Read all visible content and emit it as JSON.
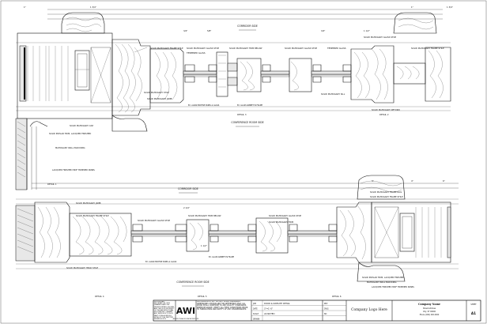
{
  "drawing": {
    "labels": {
      "corridor_top": "CORRIDOR SIDE",
      "corridor_mid": "CORRIDOR SIDE",
      "conference_mid": "CONFERENCE ROOM SIDE",
      "conference_bot": "CONFERENCE ROOM SIDE"
    },
    "details": {
      "d1": "DETAIL 1",
      "d2": "DETAIL 2",
      "d3": "DETAIL 3",
      "d4": "DETAIL 4",
      "d5": "DETAIL 5",
      "d6": "DETAIL 6"
    },
    "callouts": {
      "solid_mahog_frame_stile": "SOLID MAHOGANY FRAME STILE",
      "solid_mahog_jamb": "SOLID MAHOGANY JAMB",
      "solid_mahog_glass_stop": "SOLID MAHOGANY GLASS STOP",
      "tempered_glass": "TEMPERED GLASS",
      "solid_mahog_trim": "SOLID MAHOGANY TRIM",
      "solid_mahog_trim_below": "SOLID MAHOGANY TRIM BELOW",
      "solid_mahog_stile": "SOLID MAHOGANY STILE",
      "solid_mahog_return": "SOLID MAHOGANY RETURN",
      "wall_blocking": "MAHOGANY WALL BLOCKING",
      "solid_poplar_trim": "SOLID POPLAR TRIM, LACQUER FINISHED",
      "lacquer_finished_mdf": "LACQUER FINISHED MDF TRIMMED PANEL",
      "ex_align_mortise": "EX. ALIGN MORTISE PANEL & GLASS",
      "solid_mahog_frame_rail": "SOLID MAHOGANY FRAME RAIL",
      "solid_mahog_head_stile": "SOLID MAHOGANY HEAD STILE",
      "ex_glass_rabbet": "EX. GLASS RABBET IN FRAME",
      "solid_mahog_sill": "SOLID MAHOGANY SILL",
      "solid_mahog_cap": "SOLID MAHOGANY CAP"
    },
    "dimensions": {
      "d_1": "1\"",
      "d_1_3_4": "1 3/4\"",
      "d_3_4": "3/4\"",
      "d_5_8": "5/8\"",
      "d_1_1_2": "1 1/2\"",
      "d_2_1_4": "2 1/4\"",
      "d_3": "3\"",
      "d_4": "4\"",
      "d_6": "6\"",
      "d_1_2": "1/2\"",
      "d_2": "2\""
    }
  },
  "title_block": {
    "company_note": "PROPRIETARY INFORMATION: THIS DRAWING AND THE DESIGN DETAILS SHOWN ARE THE SOLE PROPERTY OF THE ARCHITECTURAL WOODWORK COMPANY. ANY REPRODUCTION IN PART OR AS A WHOLE WITHOUT THE WRITTEN PERMISSION IS PROHIBITED.",
    "logo_text": "AWI",
    "logo_sub": "ARCHITECTURAL WOODWORK INSTITUTE",
    "notice": "AWI APPROVED 1ST. DO NOT SCALE DRAWINGS. DIMENSIONS SHOWN ARE FOR REFERENCE ONLY. ALL WORK SHALL CONFORM TO AWI QUALITY STANDARDS, PREMIUM GRADE. VERIFY ALL FIELD CONDITIONS PRIOR TO FABRICATION AND NOTIFY OF ANY DISCREPANCIES.",
    "rows": [
      {
        "k": "JOB",
        "v": "DOOR & SIDELITE DETAIL"
      },
      {
        "k": "DATE",
        "v": "3\"=1'-0\""
      },
      {
        "k": "SCALE",
        "v": "AS NOTED"
      },
      {
        "k": "DRAWN",
        "v": ""
      }
    ],
    "sheet_col": [
      {
        "k": "REV",
        "v": ""
      },
      {
        "k": "DWG",
        "v": ""
      },
      {
        "k": "NO",
        "v": ""
      },
      {
        "k": "",
        "v": ""
      }
    ],
    "company_logo": "Company Logo Here",
    "company_name": "Company Name",
    "company_addr1": "Street Address",
    "company_addr2": "City, ST 00000",
    "company_addr3": "Phone (000) 000-0000",
    "sheet_label": "SHEET",
    "sheet_no": "A1"
  }
}
